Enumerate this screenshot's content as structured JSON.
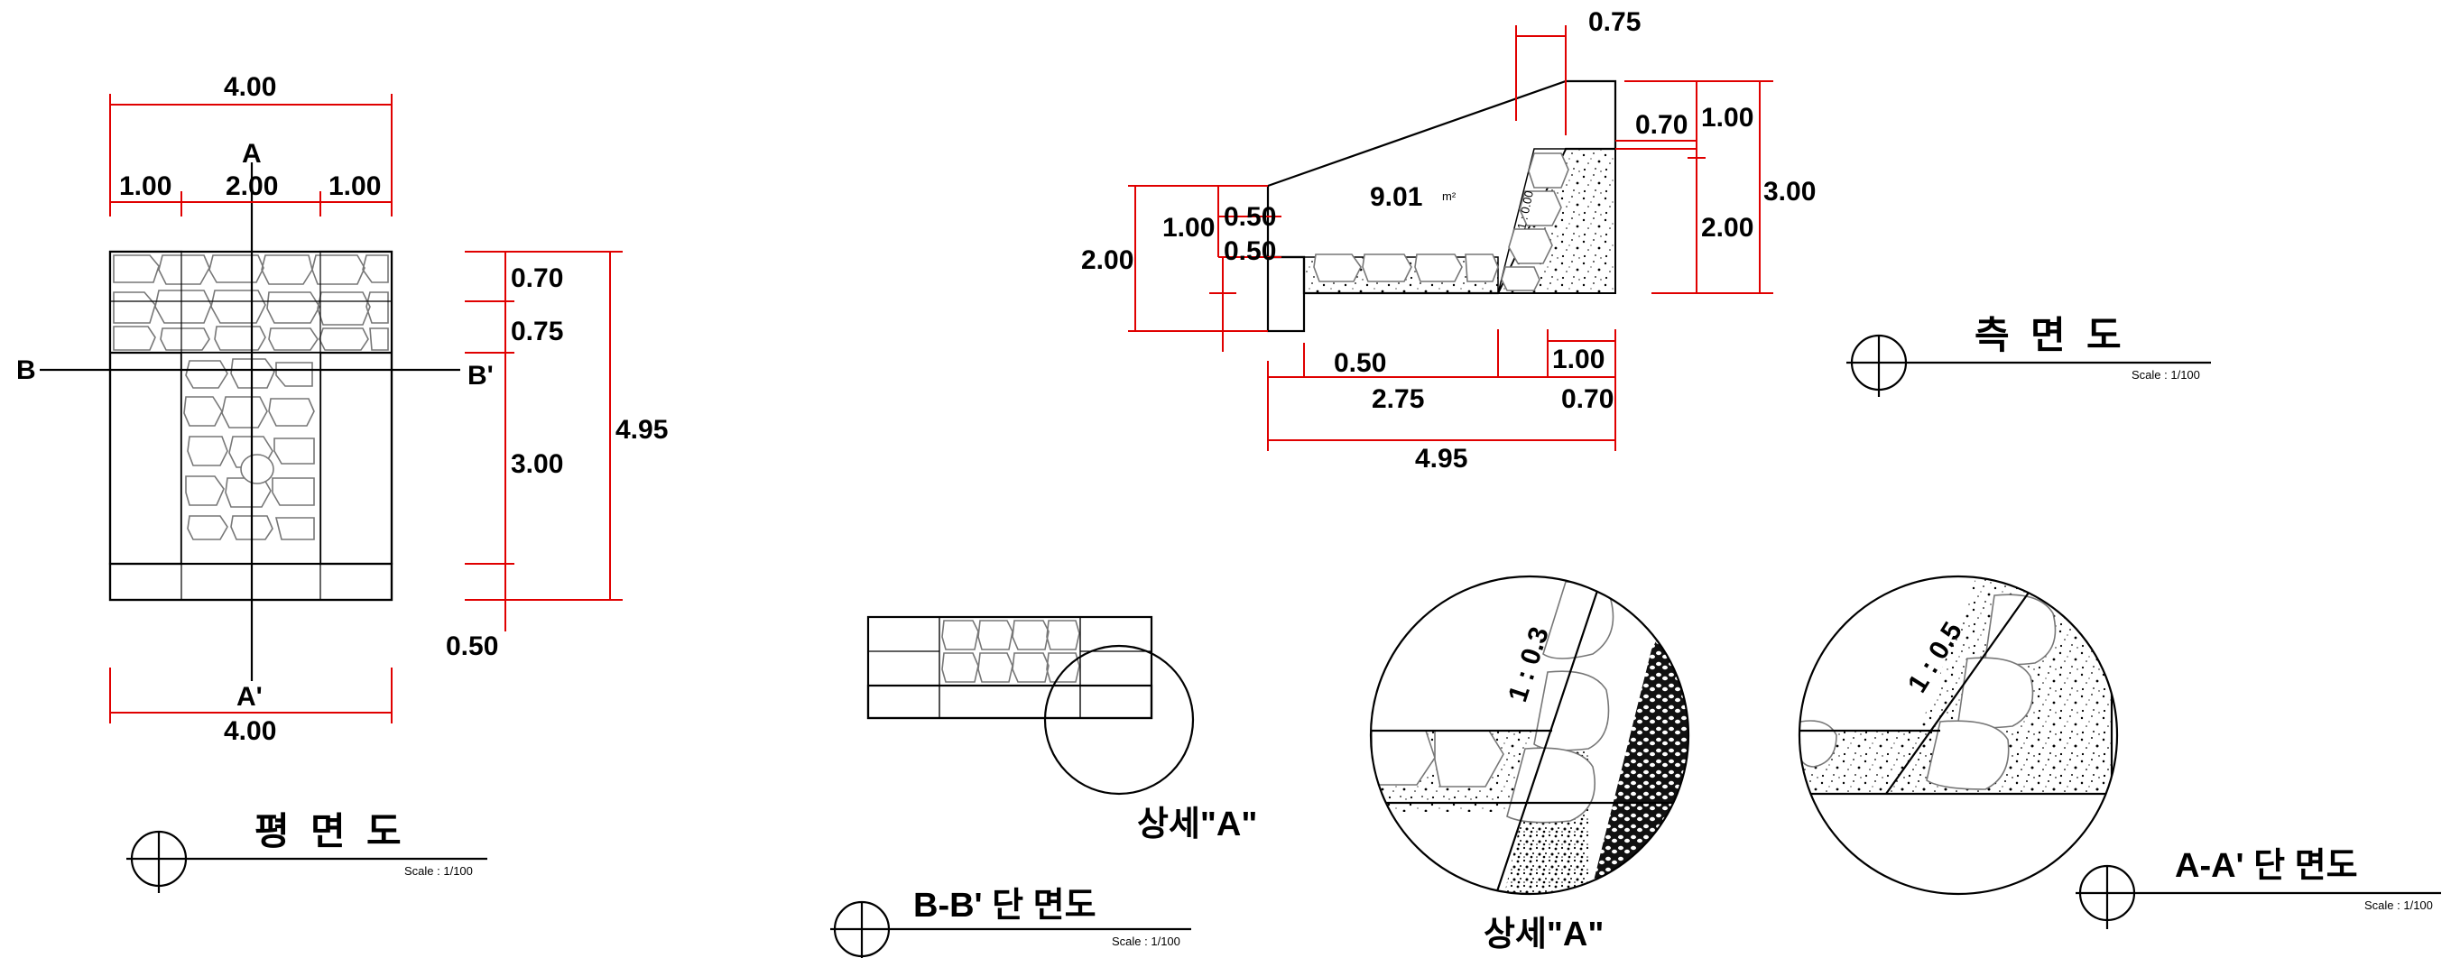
{
  "plan": {
    "title": "평  면  도",
    "scale": "Scale : 1/100",
    "dims": {
      "top_total": "4.00",
      "top_left": "1.00",
      "top_mid": "2.00",
      "top_right": "1.00",
      "bottom_total": "4.00",
      "r1": "0.70",
      "r2": "0.75",
      "r3": "3.00",
      "r4": "0.50",
      "r_total": "4.95"
    },
    "labels": {
      "a": "A",
      "a_prime": "A'",
      "b": "B",
      "b_prime": "B'"
    }
  },
  "side": {
    "title": "측  면  도",
    "scale": "Scale : 1/100",
    "area": "9.01",
    "area_unit": "m²",
    "slope": "1 : 0.00",
    "dims": {
      "top": "0.75",
      "right_a": "0.70",
      "right_b": "1.00",
      "right_c": "2.00",
      "right_total": "3.00",
      "left_total": "2.00",
      "left_a": "1.00",
      "left_b": "0.50",
      "left_c": "0.50",
      "bot_a": "0.50",
      "bot_b": "2.75",
      "bot_c": "1.00",
      "bot_d": "0.70",
      "bot_total": "4.95"
    }
  },
  "section": {
    "title": "B-B' 단 면도",
    "scale": "Scale : 1/100",
    "detail_label": "상세\"A\""
  },
  "detail1": {
    "label": "상세\"A\"",
    "slope": "1 : 0.3"
  },
  "detail2": {
    "slope": "1 : 0.5"
  },
  "aa": {
    "title": "A-A' 단 면도",
    "scale": "Scale : 1/100"
  }
}
